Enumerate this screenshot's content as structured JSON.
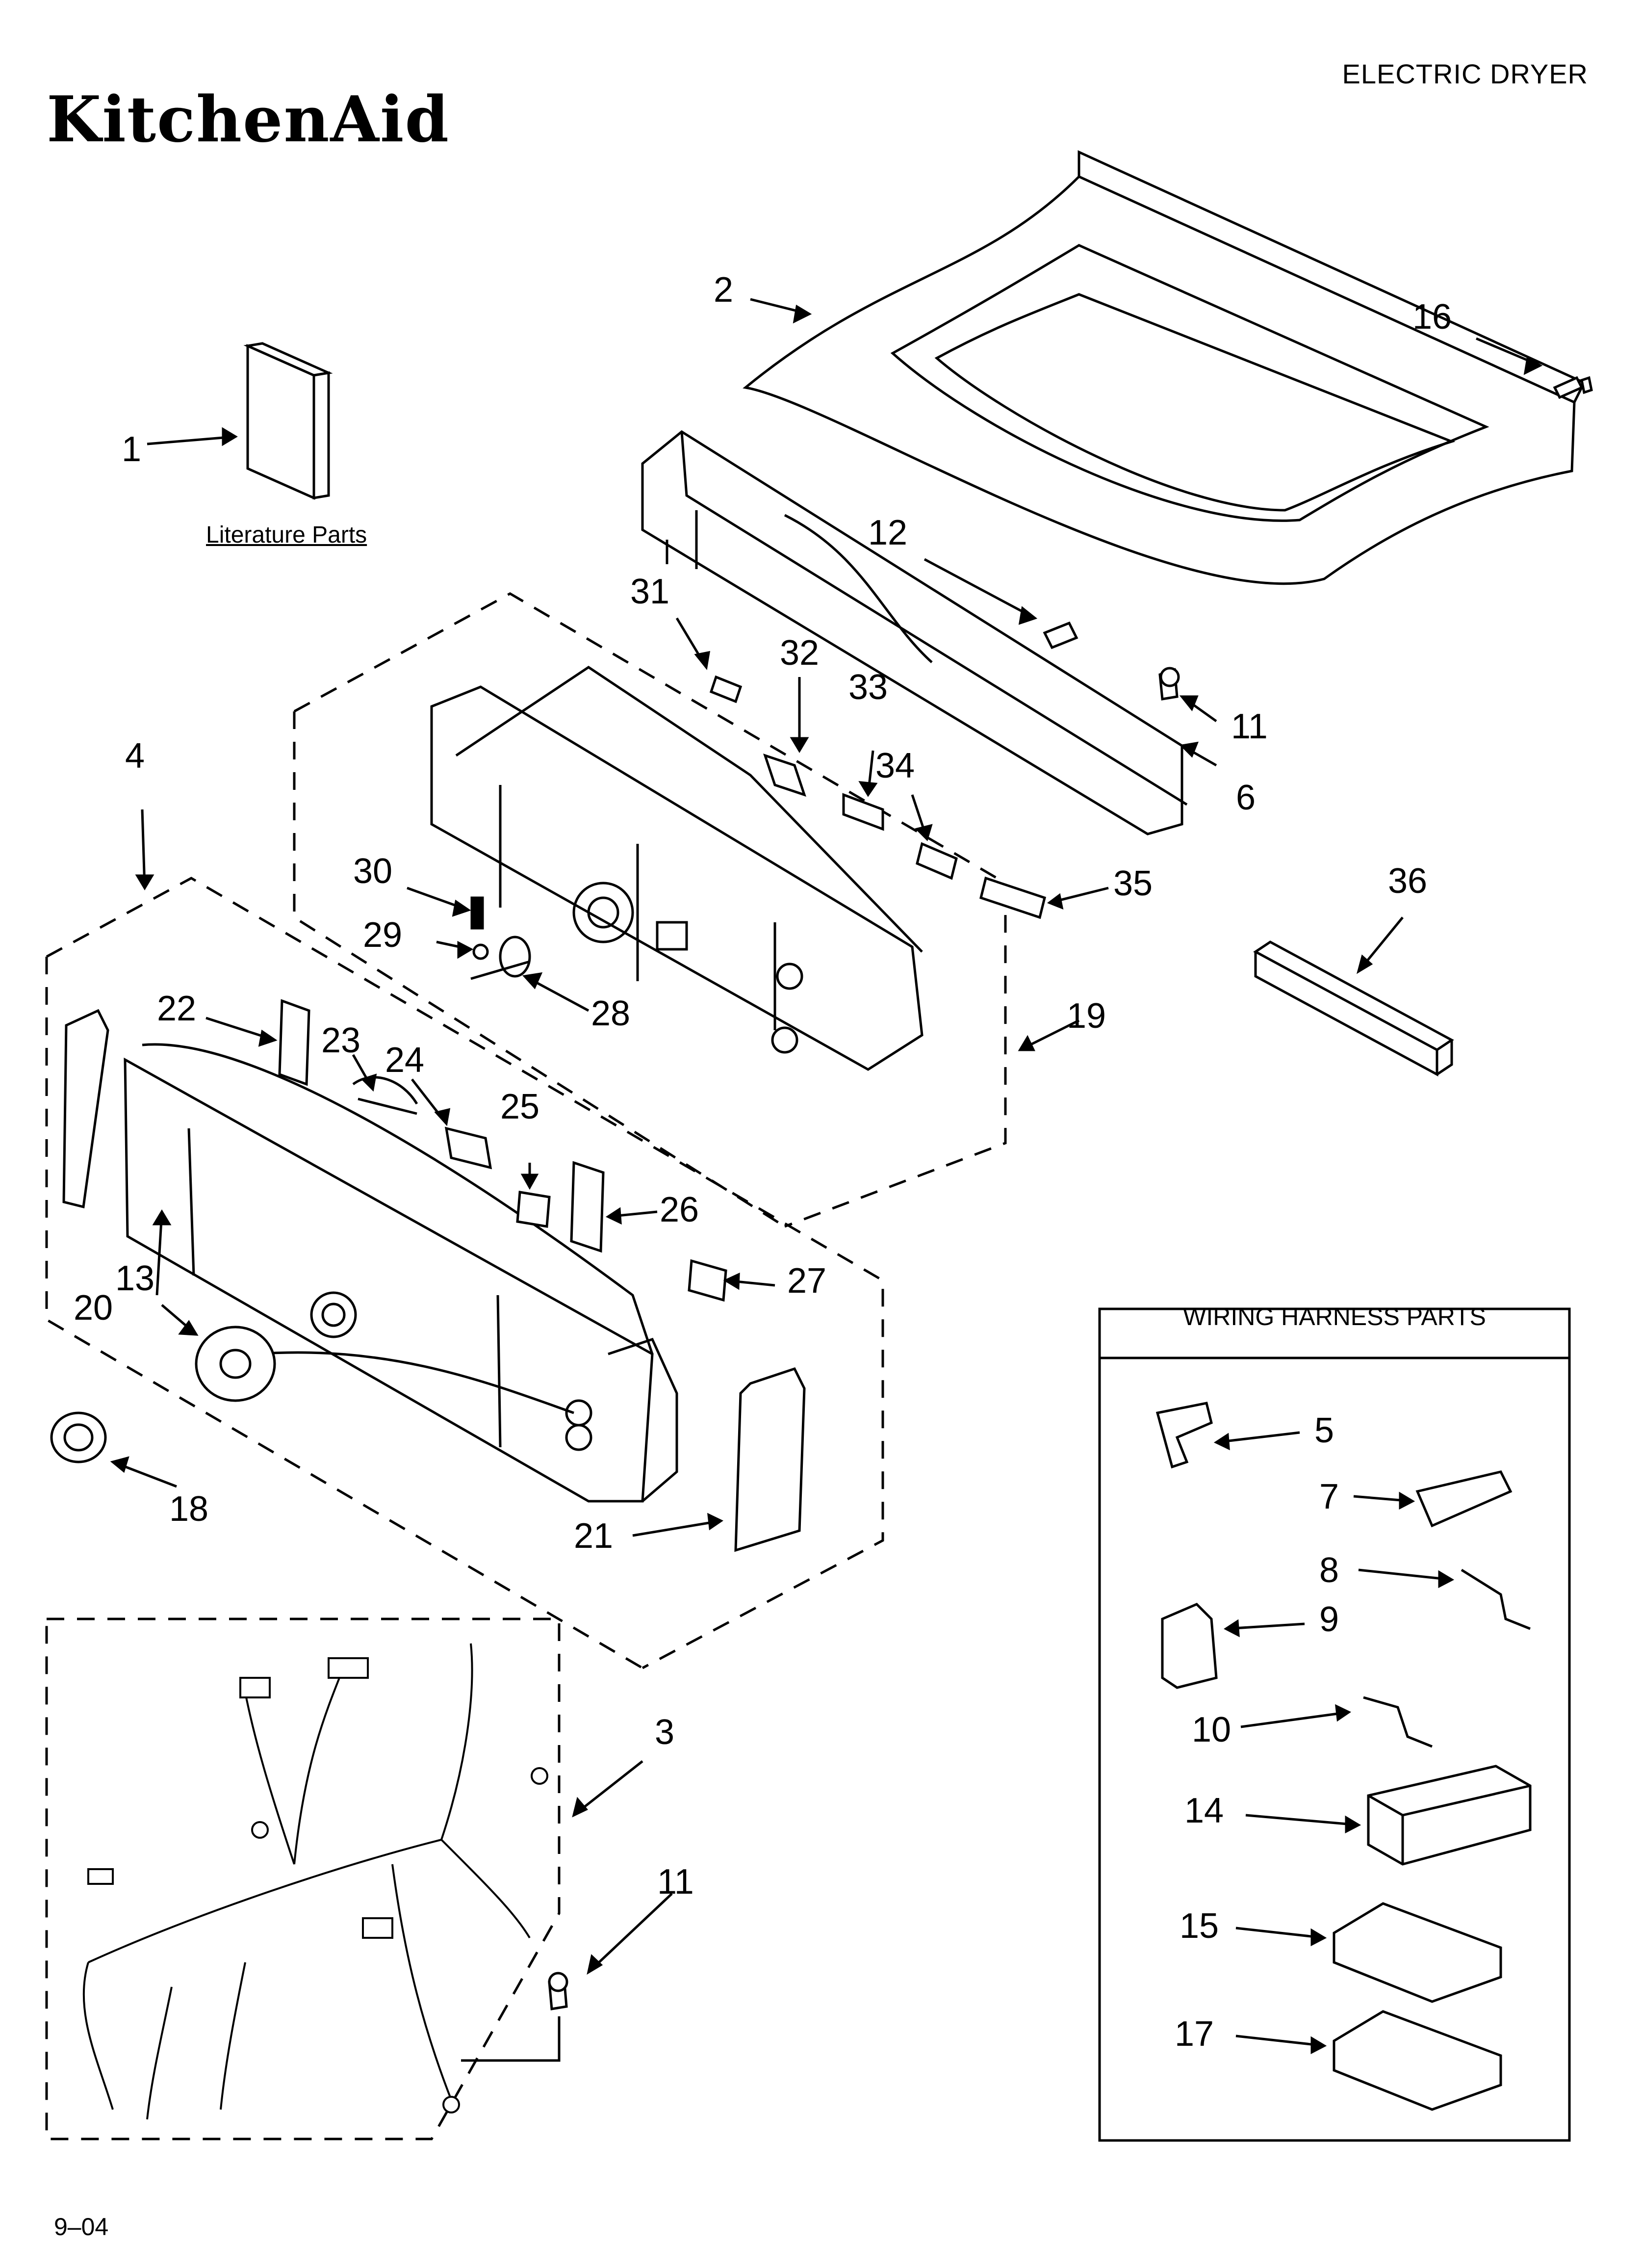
{
  "header": {
    "brand": "KitchenAid",
    "title": "ELECTRIC DRYER"
  },
  "literature_label": "Literature Parts",
  "wiring_box": {
    "title": "WIRING HARNESS PARTS"
  },
  "callouts": [
    "1",
    "2",
    "3",
    "4",
    "5",
    "6",
    "7",
    "8",
    "9",
    "10",
    "11",
    "11",
    "12",
    "13",
    "14",
    "15",
    "16",
    "17",
    "18",
    "19",
    "20",
    "21",
    "22",
    "23",
    "24",
    "25",
    "26",
    "27",
    "28",
    "29",
    "30",
    "31",
    "32",
    "33",
    "34",
    "35",
    "36"
  ],
  "footer": {
    "date_code": "9–04"
  }
}
